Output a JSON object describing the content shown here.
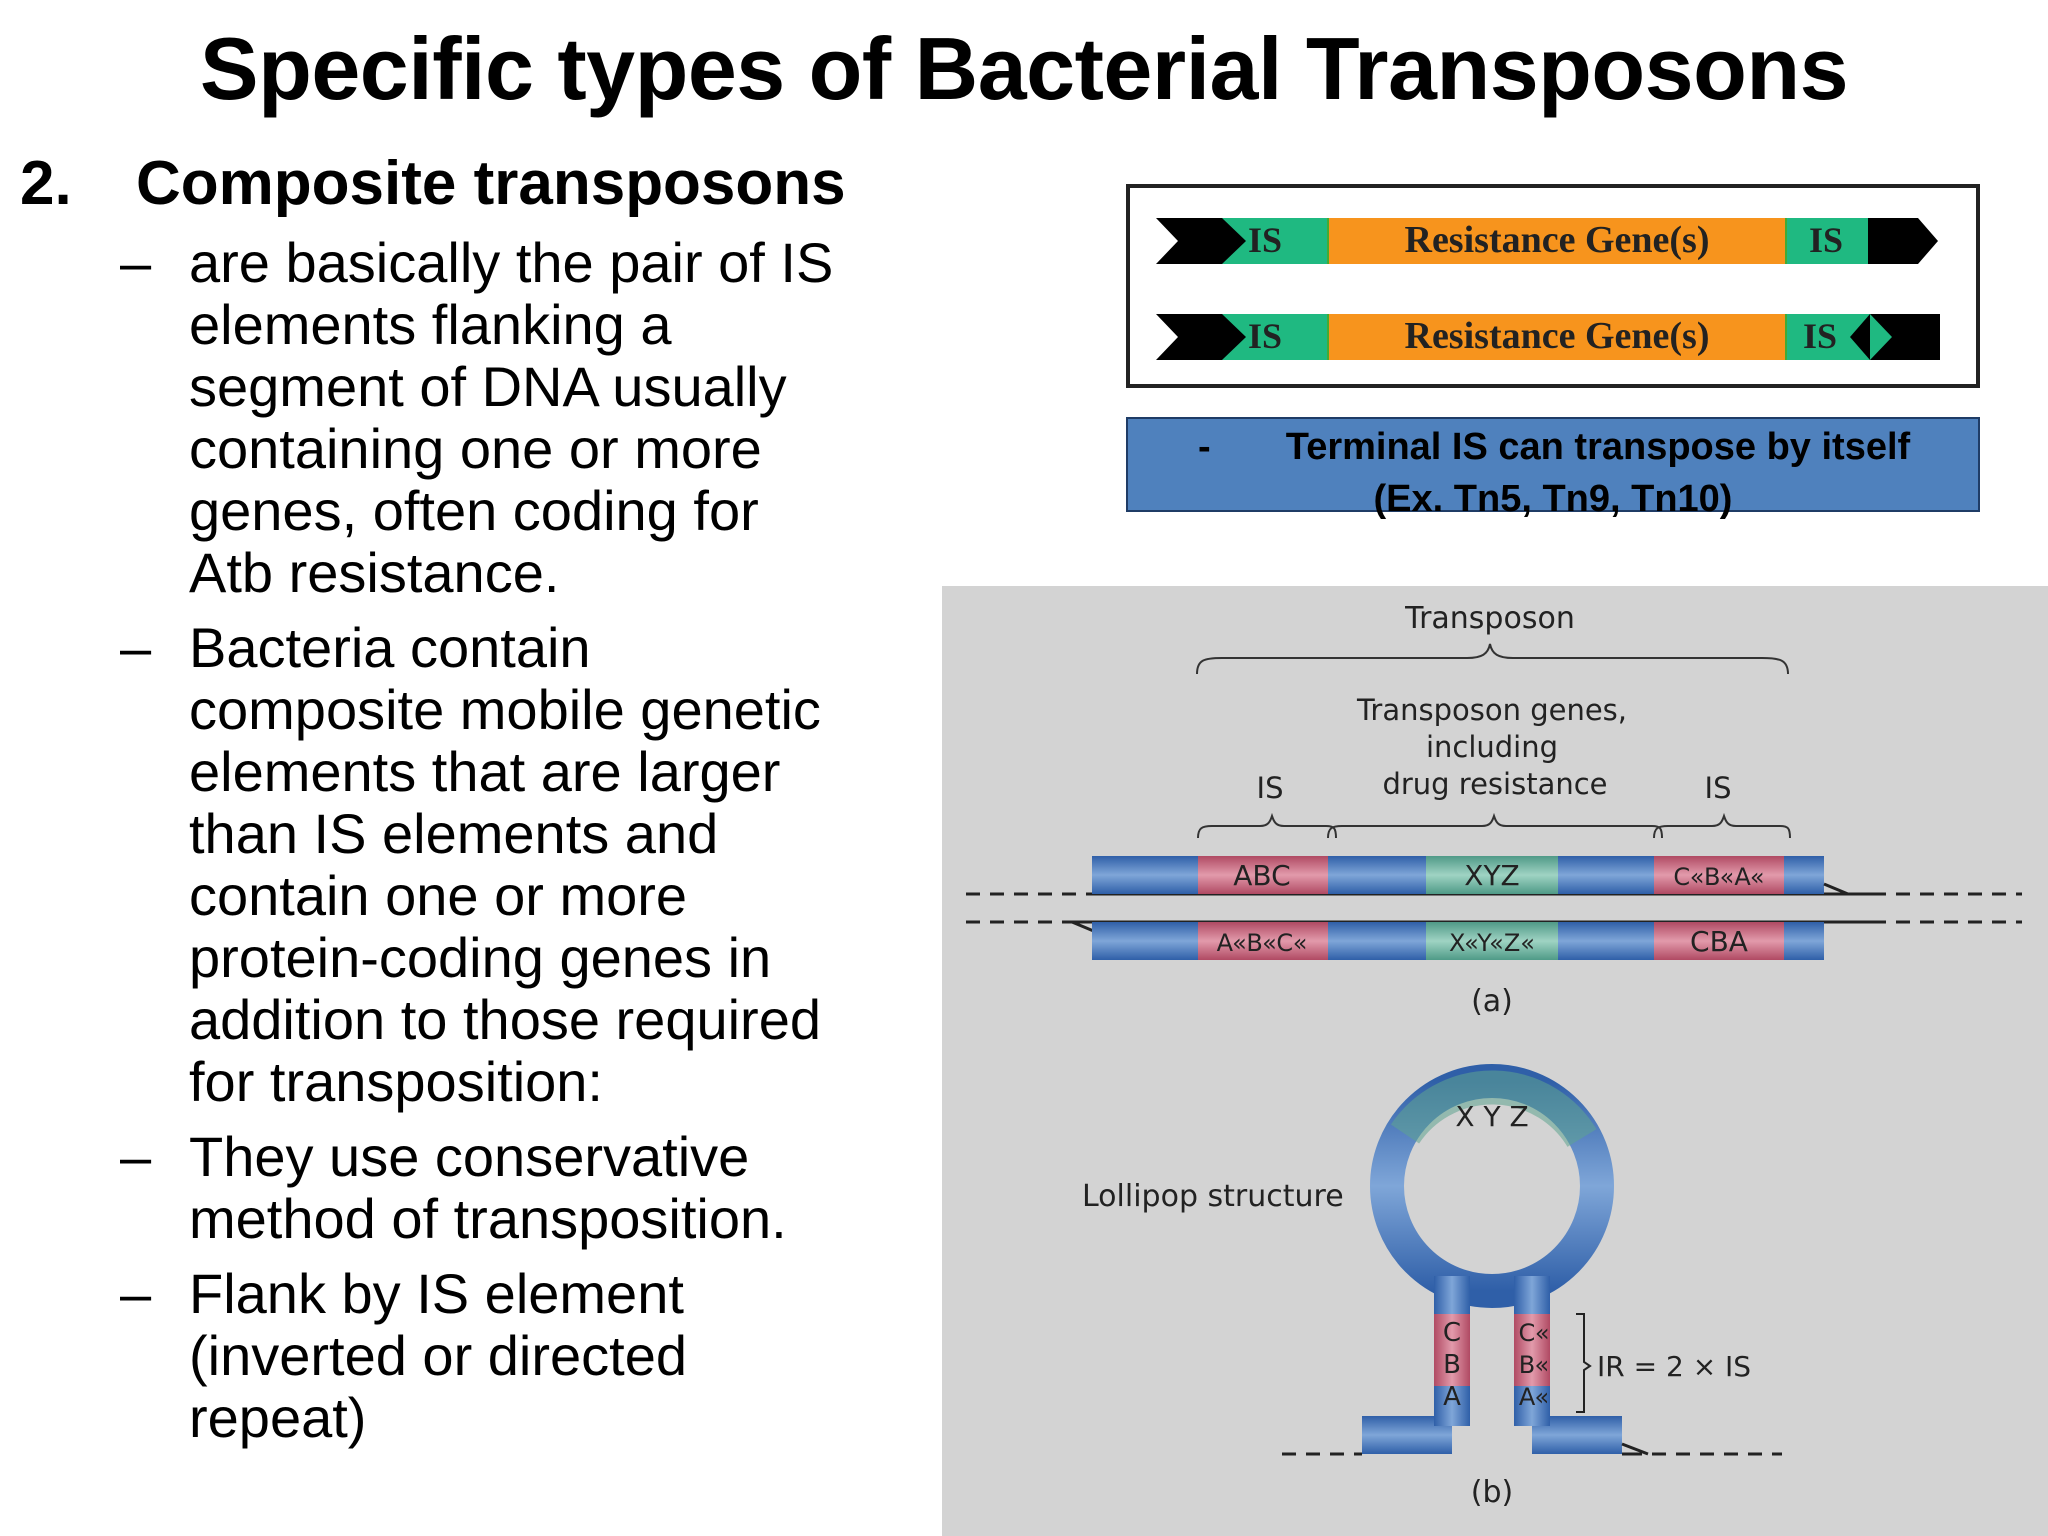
{
  "title": "Specific types of Bacterial Transposons",
  "section": {
    "number": "2.",
    "heading": "Composite transposons"
  },
  "bullets": [
    {
      "marker": "–",
      "lines": [
        "are basically the pair of IS",
        "elements  flanking a",
        "segment of DNA usually",
        "containing one or more",
        "genes, often coding for",
        "Atb resistance."
      ]
    },
    {
      "marker": "–",
      "lines": [
        "Bacteria contain",
        "composite mobile genetic",
        "elements that are larger",
        "than IS elements and",
        "contain one or more",
        "protein-coding genes in",
        "addition to those required",
        "for transposition:"
      ]
    },
    {
      "marker": "–",
      "lines": [
        "They use conservative",
        "method of transposition."
      ]
    },
    {
      "marker": "–",
      "lines": [
        "Flank by IS element",
        "(inverted or directed",
        "repeat)"
      ]
    }
  ],
  "is_diagram": {
    "rows": [
      {
        "left": "IS",
        "middle": "Resistance Gene(s)",
        "right": "IS"
      },
      {
        "left": "IS",
        "middle": "Resistance Gene(s)",
        "right": "IS"
      }
    ],
    "colors": {
      "is": "#1fb981",
      "gene": "#f7941d",
      "arrow": "#000000"
    }
  },
  "note": {
    "marker": "-",
    "line1": "Terminal IS can transpose by itself",
    "line2": "(Ex. Tn5, Tn9, Tn10)"
  },
  "figure": {
    "transposon_label": "Transposon",
    "genes_label": [
      "Transposon genes,",
      "including",
      "drug resistance"
    ],
    "is_left": "IS",
    "is_right": "IS",
    "top_strand": [
      "ABC",
      "XYZ",
      "C«B«A«"
    ],
    "bottom_strand": [
      "A«B«C«",
      "X«Y«Z«",
      "CBA"
    ],
    "caption_a": "(a)",
    "lollipop_label": "Lollipop structure",
    "loop_letters": "X Y Z",
    "stem_left": [
      "C",
      "B",
      "A"
    ],
    "stem_right": [
      "C«",
      "B«",
      "A«"
    ],
    "ir_label": "IR = 2 × IS",
    "caption_b": "(b)"
  }
}
